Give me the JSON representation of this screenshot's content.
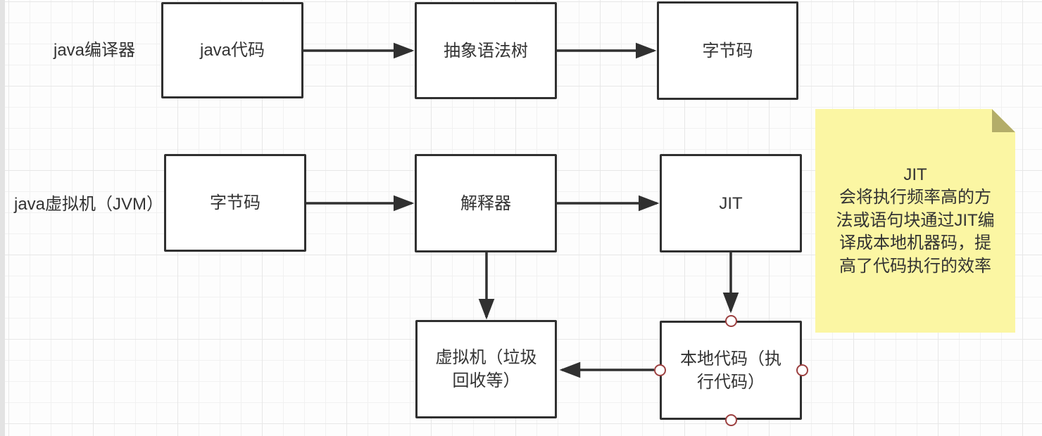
{
  "canvas": {
    "row_labels": [
      {
        "text": "java编译器"
      },
      {
        "text": "java虚拟机（JVM）"
      }
    ],
    "nodes": [
      {
        "id": "java-code",
        "label": "java代码"
      },
      {
        "id": "ast",
        "label": "抽象语法树"
      },
      {
        "id": "bytecode",
        "label": "字节码"
      },
      {
        "id": "bytecode-jvm",
        "label": "字节码"
      },
      {
        "id": "interpreter",
        "label": "解释器"
      },
      {
        "id": "jit",
        "label": "JIT"
      },
      {
        "id": "vm-gc",
        "label": "虚拟机（垃圾回收等）"
      },
      {
        "id": "native-code",
        "label": "本地代码（执行代码）"
      }
    ],
    "note": {
      "title": "JIT",
      "lines": [
        "会将执行频率高的方",
        "法或语句块通过JIT编",
        "译成本地机器码，提",
        "高了代码执行的效率"
      ]
    },
    "colors": {
      "node_border": "#303030",
      "connector": "#303030",
      "text": "#333333",
      "note_fill": "#fbf6a3",
      "note_fold": "#b3ad69",
      "handle_stroke": "#9c4040",
      "grid_minor": "#f1f1f1",
      "grid_major": "#e7e7e7",
      "background": "#fdfdfd"
    }
  }
}
